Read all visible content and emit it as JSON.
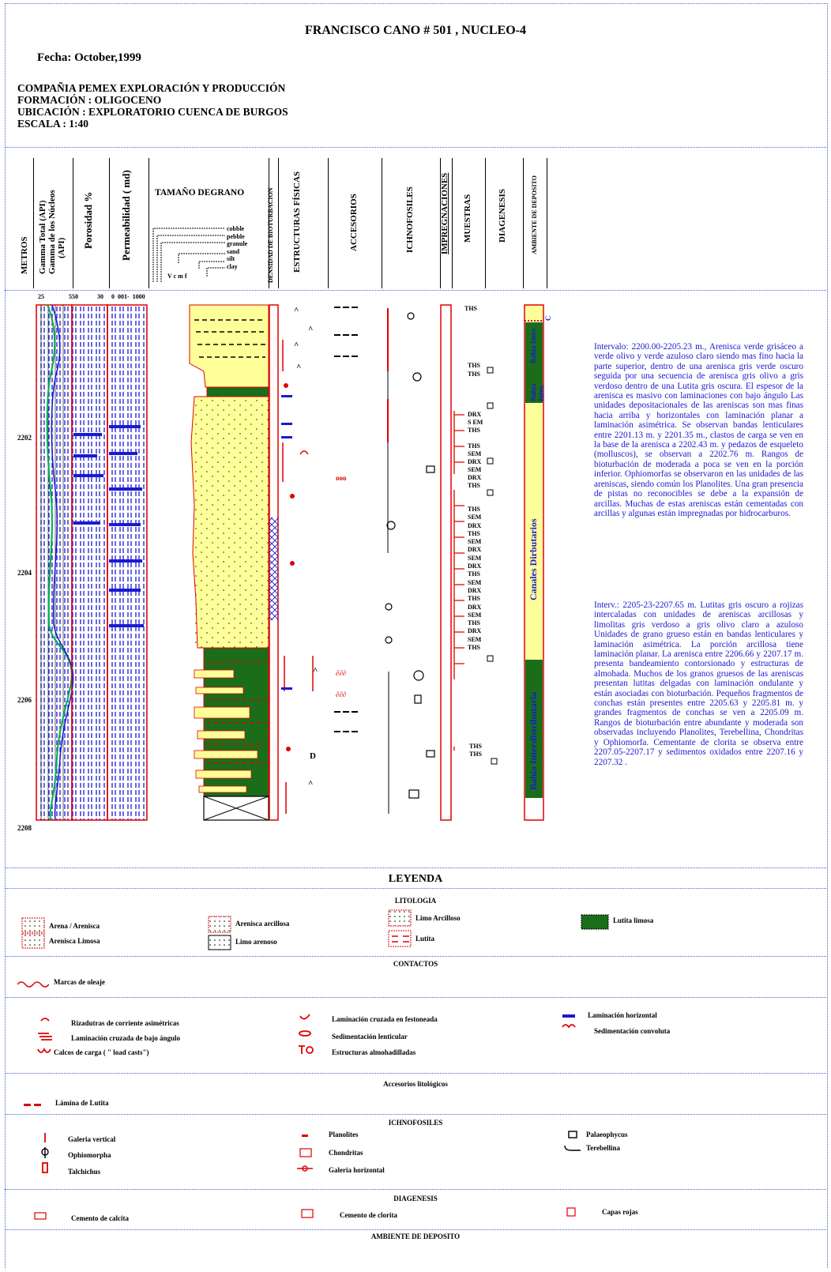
{
  "header": {
    "title": "FRANCISCO CANO # 501 , NUCLEO-4",
    "fecha": "Fecha: October,1999",
    "info_lines": [
      "COMPAÑIA PEMEX EXPLORACIÓN Y PRODUCCIÓN",
      "FORMACIÓN : OLIGOCENO",
      "UBICACIÓN : EXPLORATORIO CUENCA DE BURGOS",
      "ESCALA : 1:40"
    ]
  },
  "columns": {
    "metros": "METROS",
    "gamma1": "Gamma Total (API)",
    "gamma2": "Gamma de los Núcleos",
    "gamma3": "(API)",
    "porosidad": "Porosidad %",
    "permeabilidad": "Permeabilidad ( md)",
    "tamano": "TAMAÑO DEGRANO",
    "grain_sizes": [
      "cobble",
      "pebble",
      "granule",
      "sand",
      "silt",
      "clay"
    ],
    "grain_abbr": "V c m f",
    "bioturbacion": "DENSIDAD DE BIOTURBACION",
    "estructuras": "ESTRUCTURAS FÍSICAS",
    "accesorios": "ACCESORIOS",
    "ichnofosiles": "ICHNOFOSILES",
    "impregnaciones": "IMPREGNACIONES",
    "muestras": "MUESTRAS",
    "diagenesis": "DIAGENESIS",
    "ambiente": "AMBIENTE DE DEPOSITO"
  },
  "scale_ticks": {
    "gamma_min": "25",
    "gamma_max": "550",
    "poro_max": "30",
    "perm": "0  001-  1000"
  },
  "depths": [
    "2202",
    "2204",
    "2206",
    "2208"
  ],
  "samples": [
    "THS",
    "THS",
    "THS",
    "DRX",
    "S EM",
    "THS",
    "THS",
    "SEM",
    "DRX",
    "SEM",
    "DRX",
    "THS",
    "THS",
    "SEM",
    "DRX",
    "THS",
    "SEM",
    "DRX",
    "SEM",
    "DRX",
    "THS",
    "SEM",
    "DRX",
    "THS",
    "DRX",
    "SEM",
    "THS",
    "DRX",
    "SEM",
    "THS",
    "THS",
    "THS"
  ],
  "environments": {
    "c": "C",
    "bahia_inter_1": "Bahía Inter.",
    "bahia_inter_2": "Bahía Inter.",
    "canales": "Canales Dirbutarios",
    "bahia_interdistributaria": "Bahía Interdistributaria"
  },
  "description": {
    "p1": "Intervalo: 2200.00-2205.23 m., Arenisca verde grisáceo a verde olivo y verde azuloso claro siendo mas fino hacia la parte superior, dentro de una arenisca gris verde oscuro seguida por una secuencia de arenisca gris olivo a gris verdoso dentro de una Lutita gris oscura. El espesor de la arenisca es masivo con laminaciones con bajo ángulo Las unidades depositacionales de las areniscas son mas finas hacia arriba y horizontales con laminación planar a laminación asimétrica. Se observan bandas lenticulares entre 2201.13 m. y 2201.35 m., clastos de carga se ven en la base de la arenisca a 2202.43 m. y pedazos de esqueleto (molluscos), se observan a 2202.76 m. Rangos de bioturbación de moderada a poca se ven en la porción inferior. Ophiomorfas se observaron en las unidades de las areniscas, siendo común los Planolites. Una gran presencia de pistas no reconocibles se debe a la expansión de arcillas. Muchas de estas areniscas están cementadas con arcillas y algunas están impregnadas por hidrocarburos.",
    "p2": "Interv.: 2205-23-2207.65 m. Lutitas gris oscuro a rojizas intercaladas con unidades de areniscas arcillosas y limolitas gris verdoso a gris olivo claro a azuloso Unidades de grano grueso están en bandas lenticulares y laminación asimétrica. La porción arcillosa tiene laminación planar. La arenisca entre 2206.66 y 2207.17 m. presenta bandeamiento contorsionado y estructuras de almohada. Muchos de los granos gruesos de las areniscas presentan lutitas delgadas con laminación ondulante y están asociadas con bioturbación. Pequeños fragmentos de conchas están presentes entre 2205.63 y 2205.81 m. y grandes fragmentos de conchas se ven a 2205.09 m. Rangos de bioturbación entre abundante y moderada son observadas incluyendo Planolites, Terebellina, Chondritas y Ophiomorfa. Cementante de clorita se observa entre 2207.05-2207.17 y sedimentos oxidados entre 2207.16 y 2207.32 ."
  },
  "legend": {
    "title": "LEYENDA",
    "litologia": "LITOLOGIA",
    "lit_items": [
      "Arena / Arenisca",
      "Arenisca Limosa",
      "Arenisca arcillosa",
      "Limo arenoso",
      "Limo Arcilloso",
      "Lutita",
      "Lutita limosa"
    ],
    "contactos": "CONTACTOS",
    "marcas": "Marcas de oleaje",
    "struct_items": [
      "Rizadutras de corriente asimétricas",
      "Laminación cruzada de bajo ángulo",
      "Calcos de carga ( \" load casts\")",
      "Laminación cruzada en festoneada",
      "Sedimentación lenticular",
      "Estructuras almohadilladas",
      "Laminación horizontal",
      "Sedimentación convoluta"
    ],
    "accesorios": "Accesorios litológicos",
    "lamina": "Lámina de Lutita",
    "ichno": "ICHNOFOSILES",
    "ichno_items": [
      "Galeria vertical",
      "Ophiomorpha",
      "Talchichus",
      "Planolites",
      "Chondritas",
      "Galeria horizontal",
      "Palaeophycus",
      "Terebellina"
    ],
    "diagenesis": "DIAGENESIS",
    "diag_items": [
      "Cemento de calcita",
      "Cemento de clorita",
      "Capas rojas"
    ],
    "ambiente": "AMBIENTE DE DEPOSITO"
  },
  "colors": {
    "sand": "#ffff99",
    "shale": "#1a6e1a",
    "red": "#e00000",
    "blue": "#1a1ad0",
    "green_curve": "#00b050",
    "frame": "#4a5fd0"
  }
}
